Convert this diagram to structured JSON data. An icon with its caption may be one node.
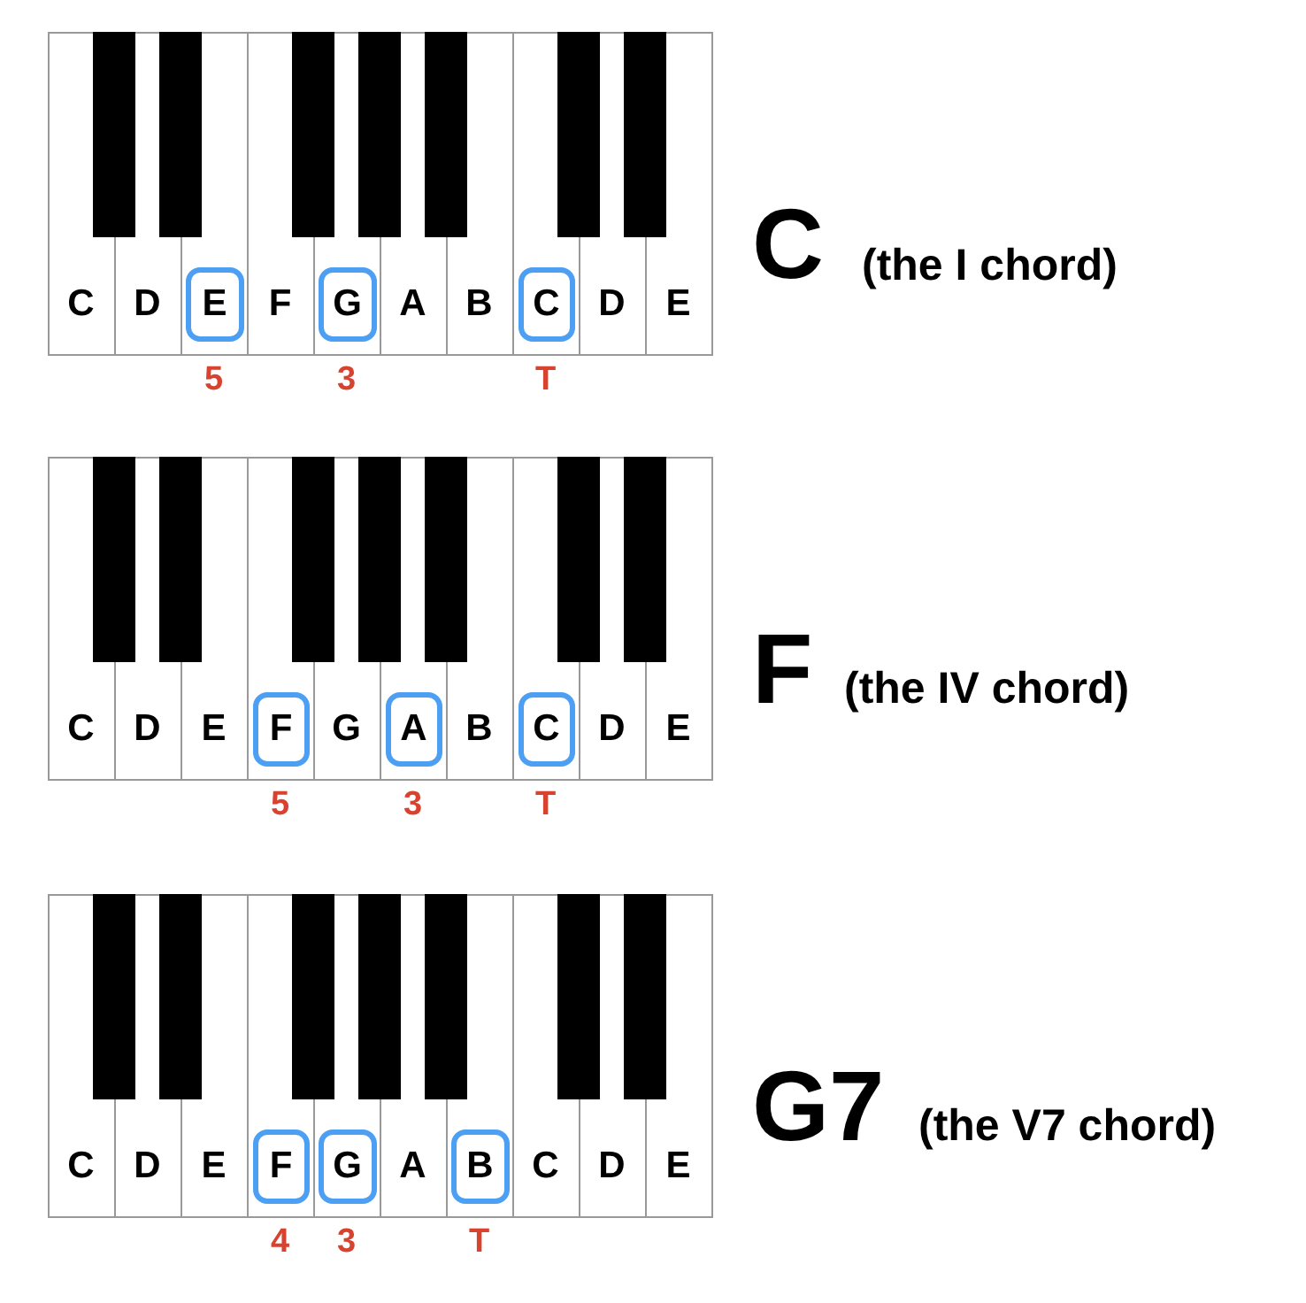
{
  "diagram": {
    "nodes": [
      {
        "text": [
          "E"
        ],
        "beside": [
          "5"
        ]
      },
      {
        "text": [
          "G"
        ],
        "beside": [
          "3"
        ]
      },
      {
        "text": [
          "C"
        ],
        "beside": [
          "T"
        ]
      },
      {
        "text": [
          "F"
        ],
        "beside": [
          "5"
        ]
      },
      {
        "text": [
          "A"
        ],
        "beside": [
          "3"
        ]
      },
      {
        "text": [
          "C"
        ],
        "beside": [
          "T"
        ]
      },
      {
        "text": [
          "F"
        ],
        "beside": [
          "4"
        ]
      },
      {
        "text": [
          "G"
        ],
        "beside": [
          "3"
        ]
      },
      {
        "text": [
          "B"
        ],
        "beside": [
          "T"
        ]
      }
    ],
    "edges": [],
    "labels": [
      "C",
      "D",
      "F",
      "A",
      "B",
      "D",
      "E",
      "C",
      "(the I chord)",
      "C",
      "D",
      "E",
      "G",
      "B",
      "D",
      "E",
      "F",
      "(the IV chord)",
      "C",
      "D",
      "E",
      "A",
      "C",
      "D",
      "E",
      "G7",
      "(the V7 chord)"
    ]
  }
}
